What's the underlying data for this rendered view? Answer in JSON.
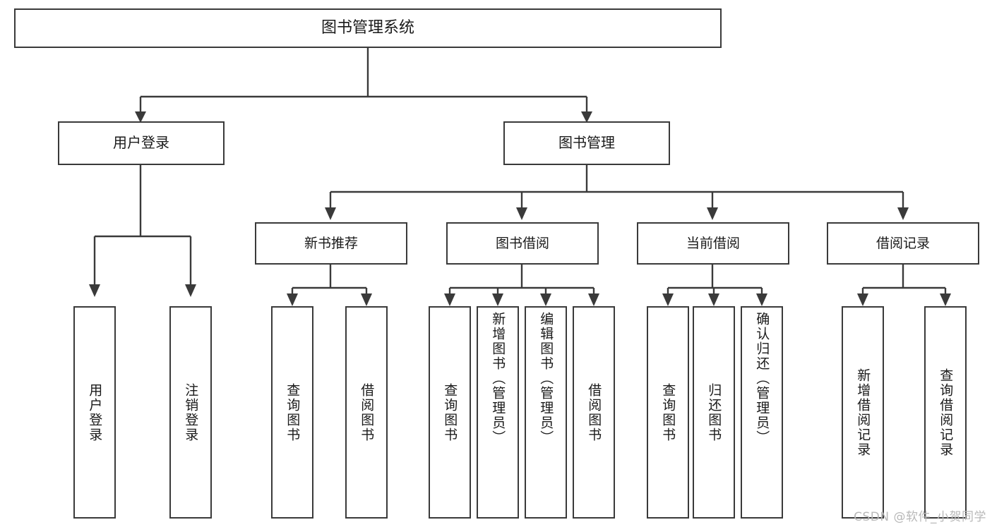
{
  "diagram": {
    "type": "tree-hierarchy",
    "title": "图书管理系统",
    "watermark": "CSDN @软件_小贺同学",
    "root": {
      "label": "图书管理系统"
    },
    "level2": [
      {
        "label": "用户登录"
      },
      {
        "label": "图书管理"
      }
    ],
    "level3": [
      {
        "label": "新书推荐"
      },
      {
        "label": "图书借阅"
      },
      {
        "label": "当前借阅"
      },
      {
        "label": "借阅记录"
      }
    ],
    "leaves": {
      "user_login": [
        {
          "label": "用户登录"
        },
        {
          "label": "注销登录"
        }
      ],
      "new_book_recommend": [
        {
          "label": "查询图书"
        },
        {
          "label": "借阅图书"
        }
      ],
      "book_borrow": [
        {
          "label": "查询图书"
        },
        {
          "label": "新增图书（管理员）"
        },
        {
          "label": "编辑图书（管理员）"
        },
        {
          "label": "借阅图书"
        }
      ],
      "current_borrow": [
        {
          "label": "查询图书"
        },
        {
          "label": "归还图书"
        },
        {
          "label": "确认归还（管理员）"
        }
      ],
      "borrow_record": [
        {
          "label": "新增借阅记录"
        },
        {
          "label": "查询借阅记录"
        }
      ]
    },
    "colors": {
      "border": "#3a3a3a",
      "background": "#ffffff",
      "text": "#1a1a1a",
      "watermark": "#b8b8b8"
    }
  }
}
